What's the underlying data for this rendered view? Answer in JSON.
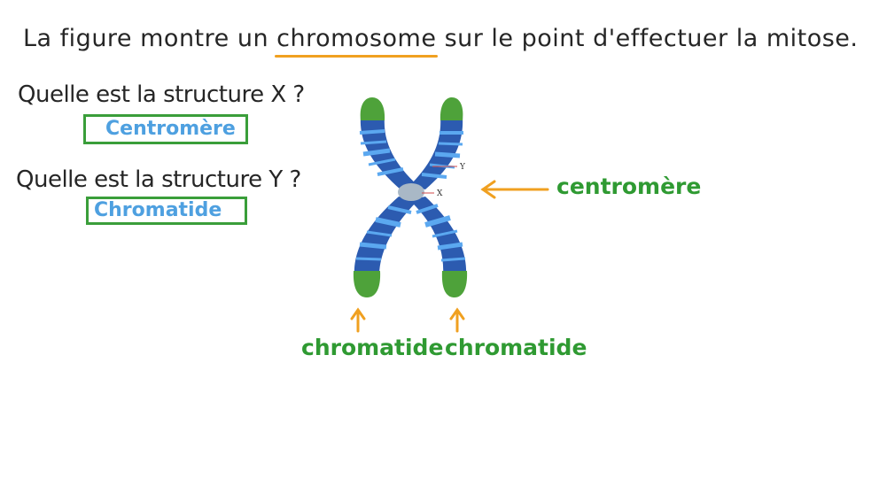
{
  "heading": {
    "before": "La figure montre un ",
    "highlight": "chromosome",
    "after": " sur le point d'effectuer la mitose."
  },
  "questions": [
    {
      "text": "Quelle est la structure X ?",
      "answer": "Centromère"
    },
    {
      "text": "Quelle est la structure Y ?",
      "answer": "Chromatide"
    }
  ],
  "diagram_labels": {
    "y_marker": "Y",
    "x_marker": "X"
  },
  "annotations": {
    "centromere": "centromère",
    "chromatid_left": "chromatide",
    "chromatid_right": "chromatide"
  },
  "colors": {
    "chromatid_blue": "#2c5bb0",
    "band_light_blue": "#5ba8f0",
    "telomere_green": "#4ea23a",
    "centromere_grey": "#a9b8c6",
    "arrow_orange": "#f0a020",
    "label_green": "#2f9a32",
    "box_green": "#3a9e3a",
    "answer_blue": "#4ea0e0"
  }
}
